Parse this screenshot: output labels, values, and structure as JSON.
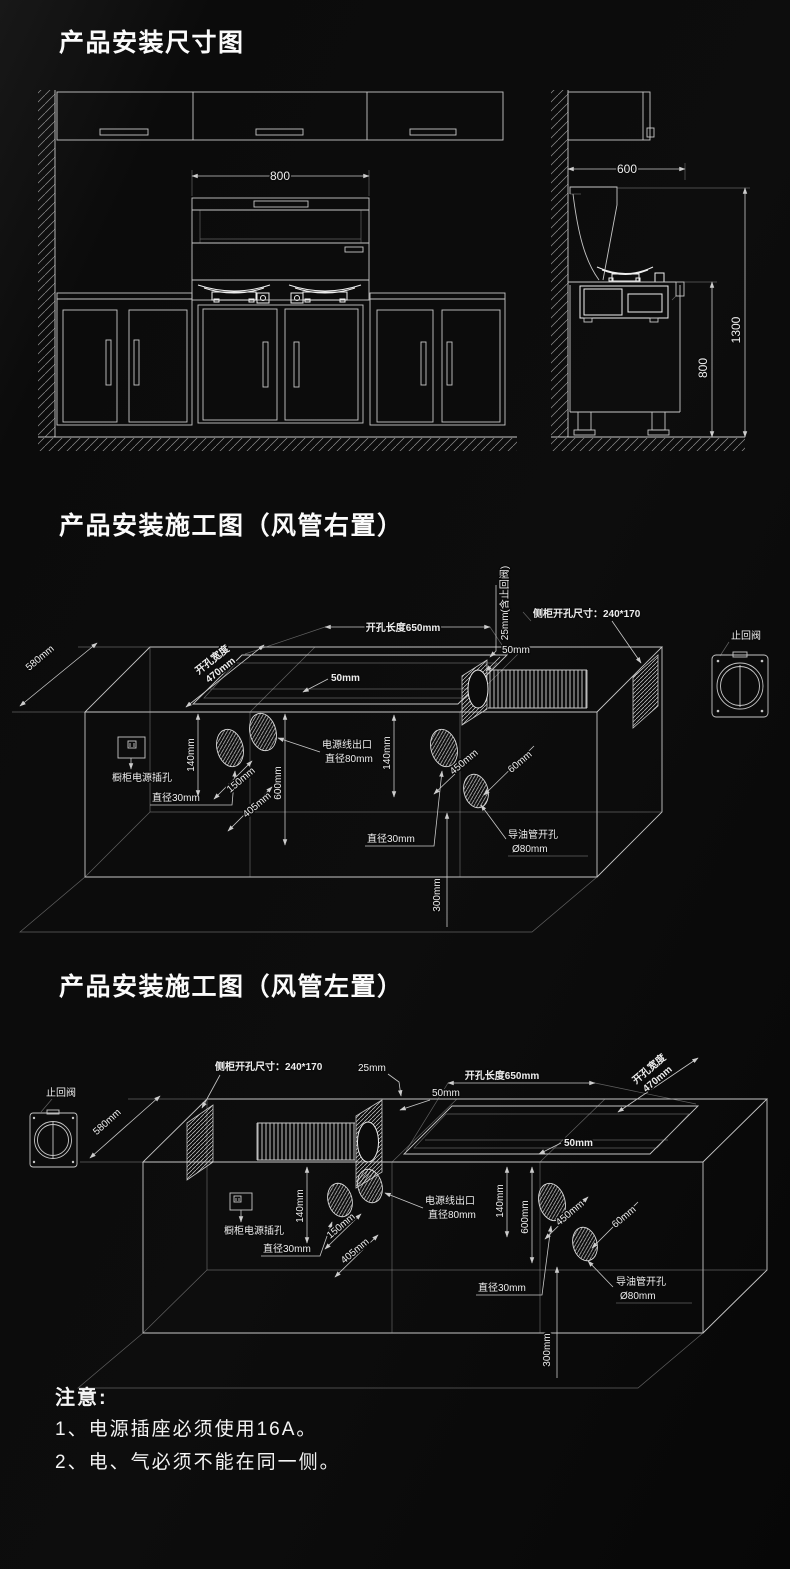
{
  "section1": {
    "title": "产品安装尺寸图",
    "front": {
      "width_800": "800"
    },
    "side": {
      "depth_600": "600",
      "height_800": "800",
      "height_1300": "1300"
    }
  },
  "section2": {
    "title": "产品安装施工图（风管右置）",
    "labels": {
      "depth_580": "580mm",
      "opening_width_1": "开孔宽度",
      "opening_width_2": "470mm",
      "opening_length": "开孔长度650mm",
      "gap_25": "25mm(含止回阀)",
      "side_cabinet_opening": "侧柜开孔尺寸：240*170",
      "check_valve": "止回阀",
      "gap_50_a": "50mm",
      "gap_50_b": "50mm",
      "socket_label": "橱柜电源插孔",
      "dia_30_left": "直径30mm",
      "h_140_left": "140mm",
      "d_150": "150mm",
      "d_405": "405mm",
      "h_600": "600mm",
      "power_outlet_1": "电源线出口",
      "power_outlet_2": "直径80mm",
      "h_140_right": "140mm",
      "d_450": "450mm",
      "d_60": "60mm",
      "dia_30_right": "直径30mm",
      "oil_hole_1": "导油管开孔",
      "oil_hole_2": "Ø80mm",
      "h_300": "300mm"
    }
  },
  "section3": {
    "title": "产品安装施工图（风管左置）",
    "labels": {
      "depth_580": "580mm",
      "opening_width_1": "开孔宽度",
      "opening_width_2": "470mm",
      "opening_length": "开孔长度650mm",
      "gap_25": "25mm",
      "side_cabinet_opening": "侧柜开孔尺寸：240*170",
      "check_valve": "止回阀",
      "gap_50_a": "50mm",
      "gap_50_b": "50mm",
      "socket_label": "橱柜电源插孔",
      "dia_30_left": "直径30mm",
      "h_140_left": "140mm",
      "d_150": "150mm",
      "d_405": "405mm",
      "h_600": "600mm",
      "power_outlet_1": "电源线出口",
      "power_outlet_2": "直径80mm",
      "h_140_right": "140mm",
      "d_450": "450mm",
      "d_60": "60mm",
      "dia_30_right": "直径30mm",
      "oil_hole_1": "导油管开孔",
      "oil_hole_2": "Ø80mm",
      "h_300": "300mm"
    }
  },
  "notes": {
    "heading": "注意:",
    "items": [
      "1、电源插座必须使用16A。",
      "2、电、气必须不能在同一侧。"
    ]
  }
}
